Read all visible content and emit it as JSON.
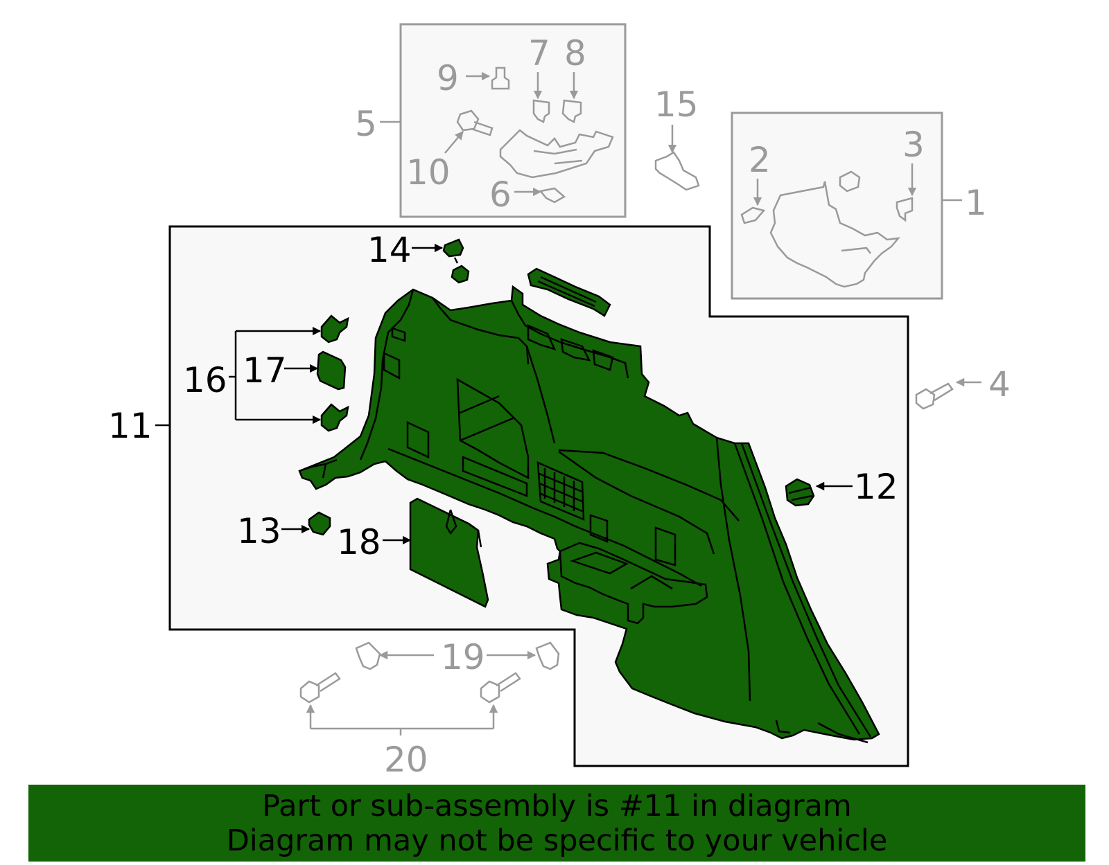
{
  "colors": {
    "highlight": "#136307",
    "grey_parts": "#9a9a9a",
    "panel_bg": "#f8f8f8",
    "footer_bg": "#136307"
  },
  "callouts": [
    "1",
    "2",
    "3",
    "4",
    "5",
    "6",
    "7",
    "8",
    "9",
    "10",
    "11",
    "12",
    "13",
    "14",
    "15",
    "16",
    "17",
    "18",
    "19",
    "20"
  ],
  "highlighted_part": "11",
  "footer": {
    "line1": "Part or sub-assembly is #11 in diagram",
    "line2": "Diagram may not be specific to your vehicle"
  }
}
